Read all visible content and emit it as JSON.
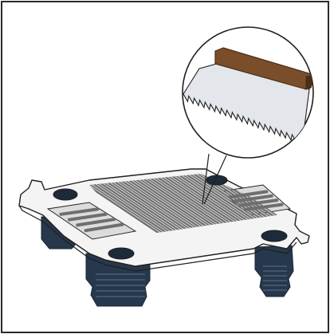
{
  "figure": {
    "frame_color": "#2b2b2b",
    "ink_color": "#1f1f1f",
    "plate_fill": "#f4f4f4",
    "plate_shadow": "#dcdcdc",
    "hole_color": "#1d2a3a",
    "leg_color": "#27384c",
    "leg_dark": "#1a2636",
    "leg_light": "#4a5f78",
    "stripe_fill": "#6e6e6e",
    "stripe_light": "#c8c8c8",
    "handle_color": "#7a4e2a",
    "handle_dark": "#4b2e17",
    "blade_color": "#e3e6ea"
  },
  "parts": [
    {
      "name": "tile-spacer-plate",
      "icon": "perforated-plate"
    },
    {
      "name": "adhesive-ribbing",
      "icon": "striped-grooves"
    },
    {
      "name": "notched-trowel-callout",
      "icon": "notched-trowel"
    },
    {
      "name": "support-legs",
      "icon": "leg"
    },
    {
      "name": "mounting-holes",
      "icon": "hole"
    }
  ]
}
